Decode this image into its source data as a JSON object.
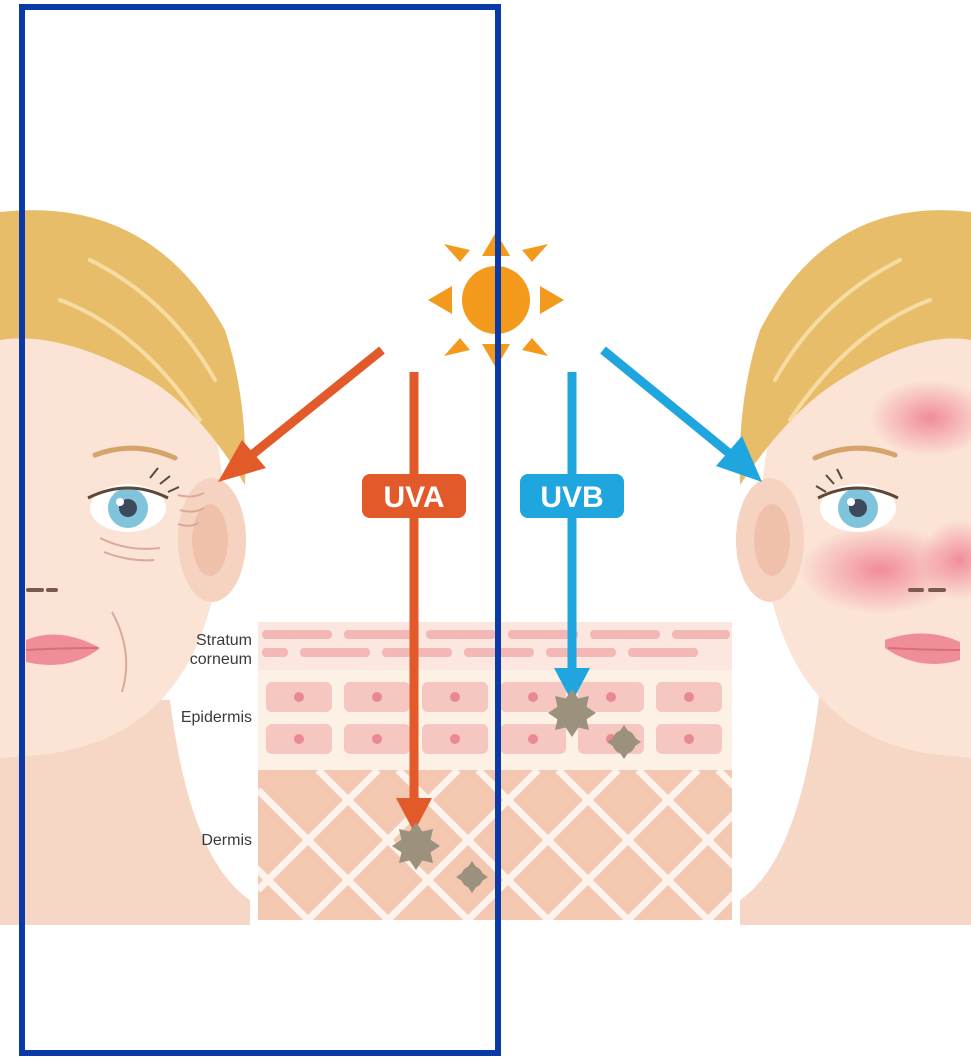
{
  "diagram": {
    "layers": {
      "stratum_corneum_line1": "Stratum",
      "stratum_corneum_line2": "corneum",
      "epidermis": "Epidermis",
      "dermis": "Dermis"
    },
    "rays": {
      "uva": "UVA",
      "uvb": "UVB"
    },
    "colors": {
      "uva": "#e35a2a",
      "uvb": "#1fa6de",
      "sun": "#f39a1c",
      "hair": "#e8bd6a",
      "skin": "#fbe3d6",
      "frame": "#0a3aa8"
    }
  }
}
